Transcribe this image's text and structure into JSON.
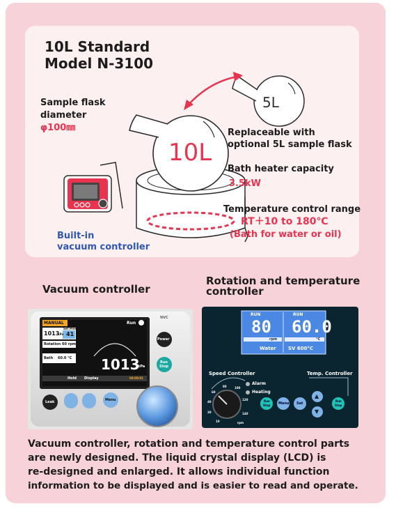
{
  "model": {
    "line1": "10L Standard",
    "line2": "Model N-3100"
  },
  "diagram": {
    "flask_label": "Sample flask",
    "diameter_label": "diameter",
    "diameter_value": "φ100㎜",
    "large_flask": "10L",
    "small_flask": "5L",
    "replaceable_1": "Replaceable with",
    "replaceable_2": "optional 5L sample flask",
    "bath_capacity_label": "Bath heater capacity",
    "bath_capacity_value": "3.5kW",
    "temp_range_label": "Temperature control range",
    "temp_range_value": "RT＋10 to 180℃",
    "temp_range_note": "(Bath for water or oil)",
    "builtin_1": "Built-in",
    "builtin_2": "vacuum controller"
  },
  "vacuum_section": {
    "title": "Vacuum controller",
    "screen": {
      "mode": "MANUAL",
      "state": "Run",
      "set_press_label": "Set Press",
      "set_press_value": "41",
      "small_reading": "1013",
      "small_unit": "kPa",
      "rotation_label": "Rotation",
      "rotation_value": "60 rpm",
      "bath_label": "Bath",
      "bath_value": "60.0 °C",
      "big_reading": "1013",
      "big_unit": "kPa",
      "hold_label": "Hold",
      "display_label": "Display",
      "timer": "00:08:01"
    },
    "brand": "NVC",
    "buttons": {
      "power": "Power",
      "run_stop_1": "Run",
      "run_stop_2": "Stop",
      "leak": "Leak",
      "menu": "Menu"
    }
  },
  "rotation_section": {
    "title_1": "Rotation and temperature",
    "title_2": "controller",
    "lcd_left": {
      "status": "RUN",
      "value": "80",
      "unit": "rpm",
      "label": "Water"
    },
    "lcd_right": {
      "status": "RUN",
      "value": "60.0",
      "unit": "°C",
      "label": "SV 600°C"
    },
    "speed_label": "Speed Controller",
    "temp_label": "Temp. Controller",
    "alarm": "Alarm",
    "heating": "Heating",
    "dial_ticks": [
      "10",
      "20",
      "40",
      "60",
      "80",
      "100",
      "120",
      "140"
    ],
    "dial_unit": "rpm",
    "buttons": {
      "run_stop_1": "Run",
      "run_stop_2": "Stop",
      "menu": "Menu",
      "set": "Set",
      "up": "▲",
      "down": "▼"
    }
  },
  "description": {
    "line1": "Vacuum controller, rotation and temperature control parts",
    "line2": "are newly designed. The liquid crystal display (LCD) is",
    "line3": "re-designed and enlarged. It allows individual function",
    "line4": "information to be displayed and is easier to read and operate."
  }
}
